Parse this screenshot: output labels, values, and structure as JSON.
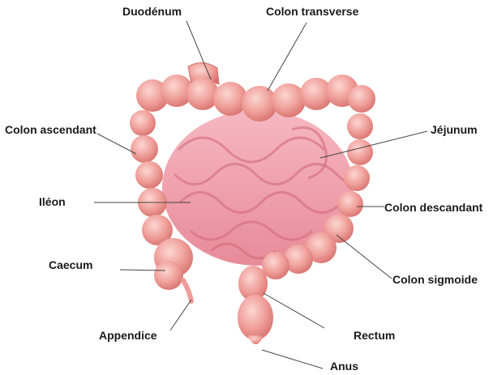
{
  "labels": {
    "duodenum": "Duodénum",
    "colon_transverse": "Colon transverse",
    "colon_ascendant": "Colon ascendant",
    "jejunum": "Jéjunum",
    "ileon": "Iléon",
    "colon_descendant": "Colon descandant",
    "caecum": "Caecum",
    "colon_sigmoide": "Colon sigmoide",
    "appendice": "Appendice",
    "rectum": "Rectum",
    "anus": "Anus"
  },
  "colors": {
    "intestine": "#f2a3a0",
    "intestine_shadow": "#d97b78",
    "intestine_highlight": "#fbd3cf",
    "line": "#444444"
  }
}
